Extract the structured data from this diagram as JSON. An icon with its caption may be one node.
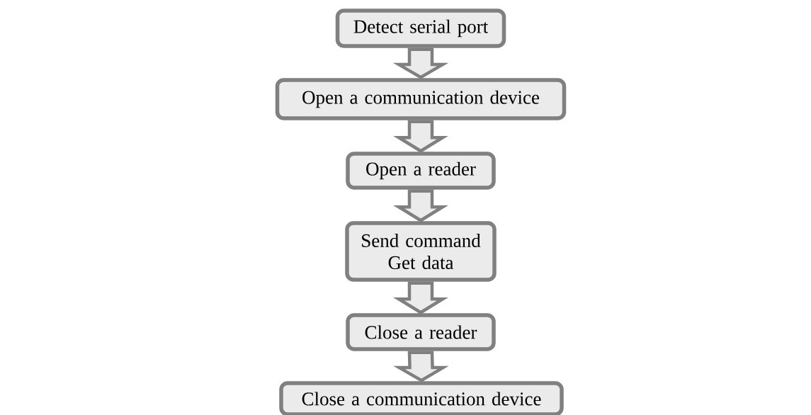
{
  "diagram": {
    "nodes": [
      {
        "text": [
          "Detect serial port"
        ]
      },
      {
        "text": [
          "Open a communication device"
        ]
      },
      {
        "text": [
          "Open a reader"
        ]
      },
      {
        "text": [
          "Send command Get data"
        ]
      },
      {
        "text": [
          "Close a reader"
        ]
      },
      {
        "text": [
          "Close a communication device"
        ]
      }
    ],
    "edges": [
      {
        "from": 0,
        "to": 1,
        "arrow": "to"
      },
      {
        "from": 1,
        "to": 2,
        "arrow": "to"
      },
      {
        "from": 2,
        "to": 3,
        "arrow": "to"
      },
      {
        "from": 3,
        "to": 4,
        "arrow": "to"
      },
      {
        "from": 4,
        "to": 5,
        "arrow": "to"
      }
    ]
  }
}
